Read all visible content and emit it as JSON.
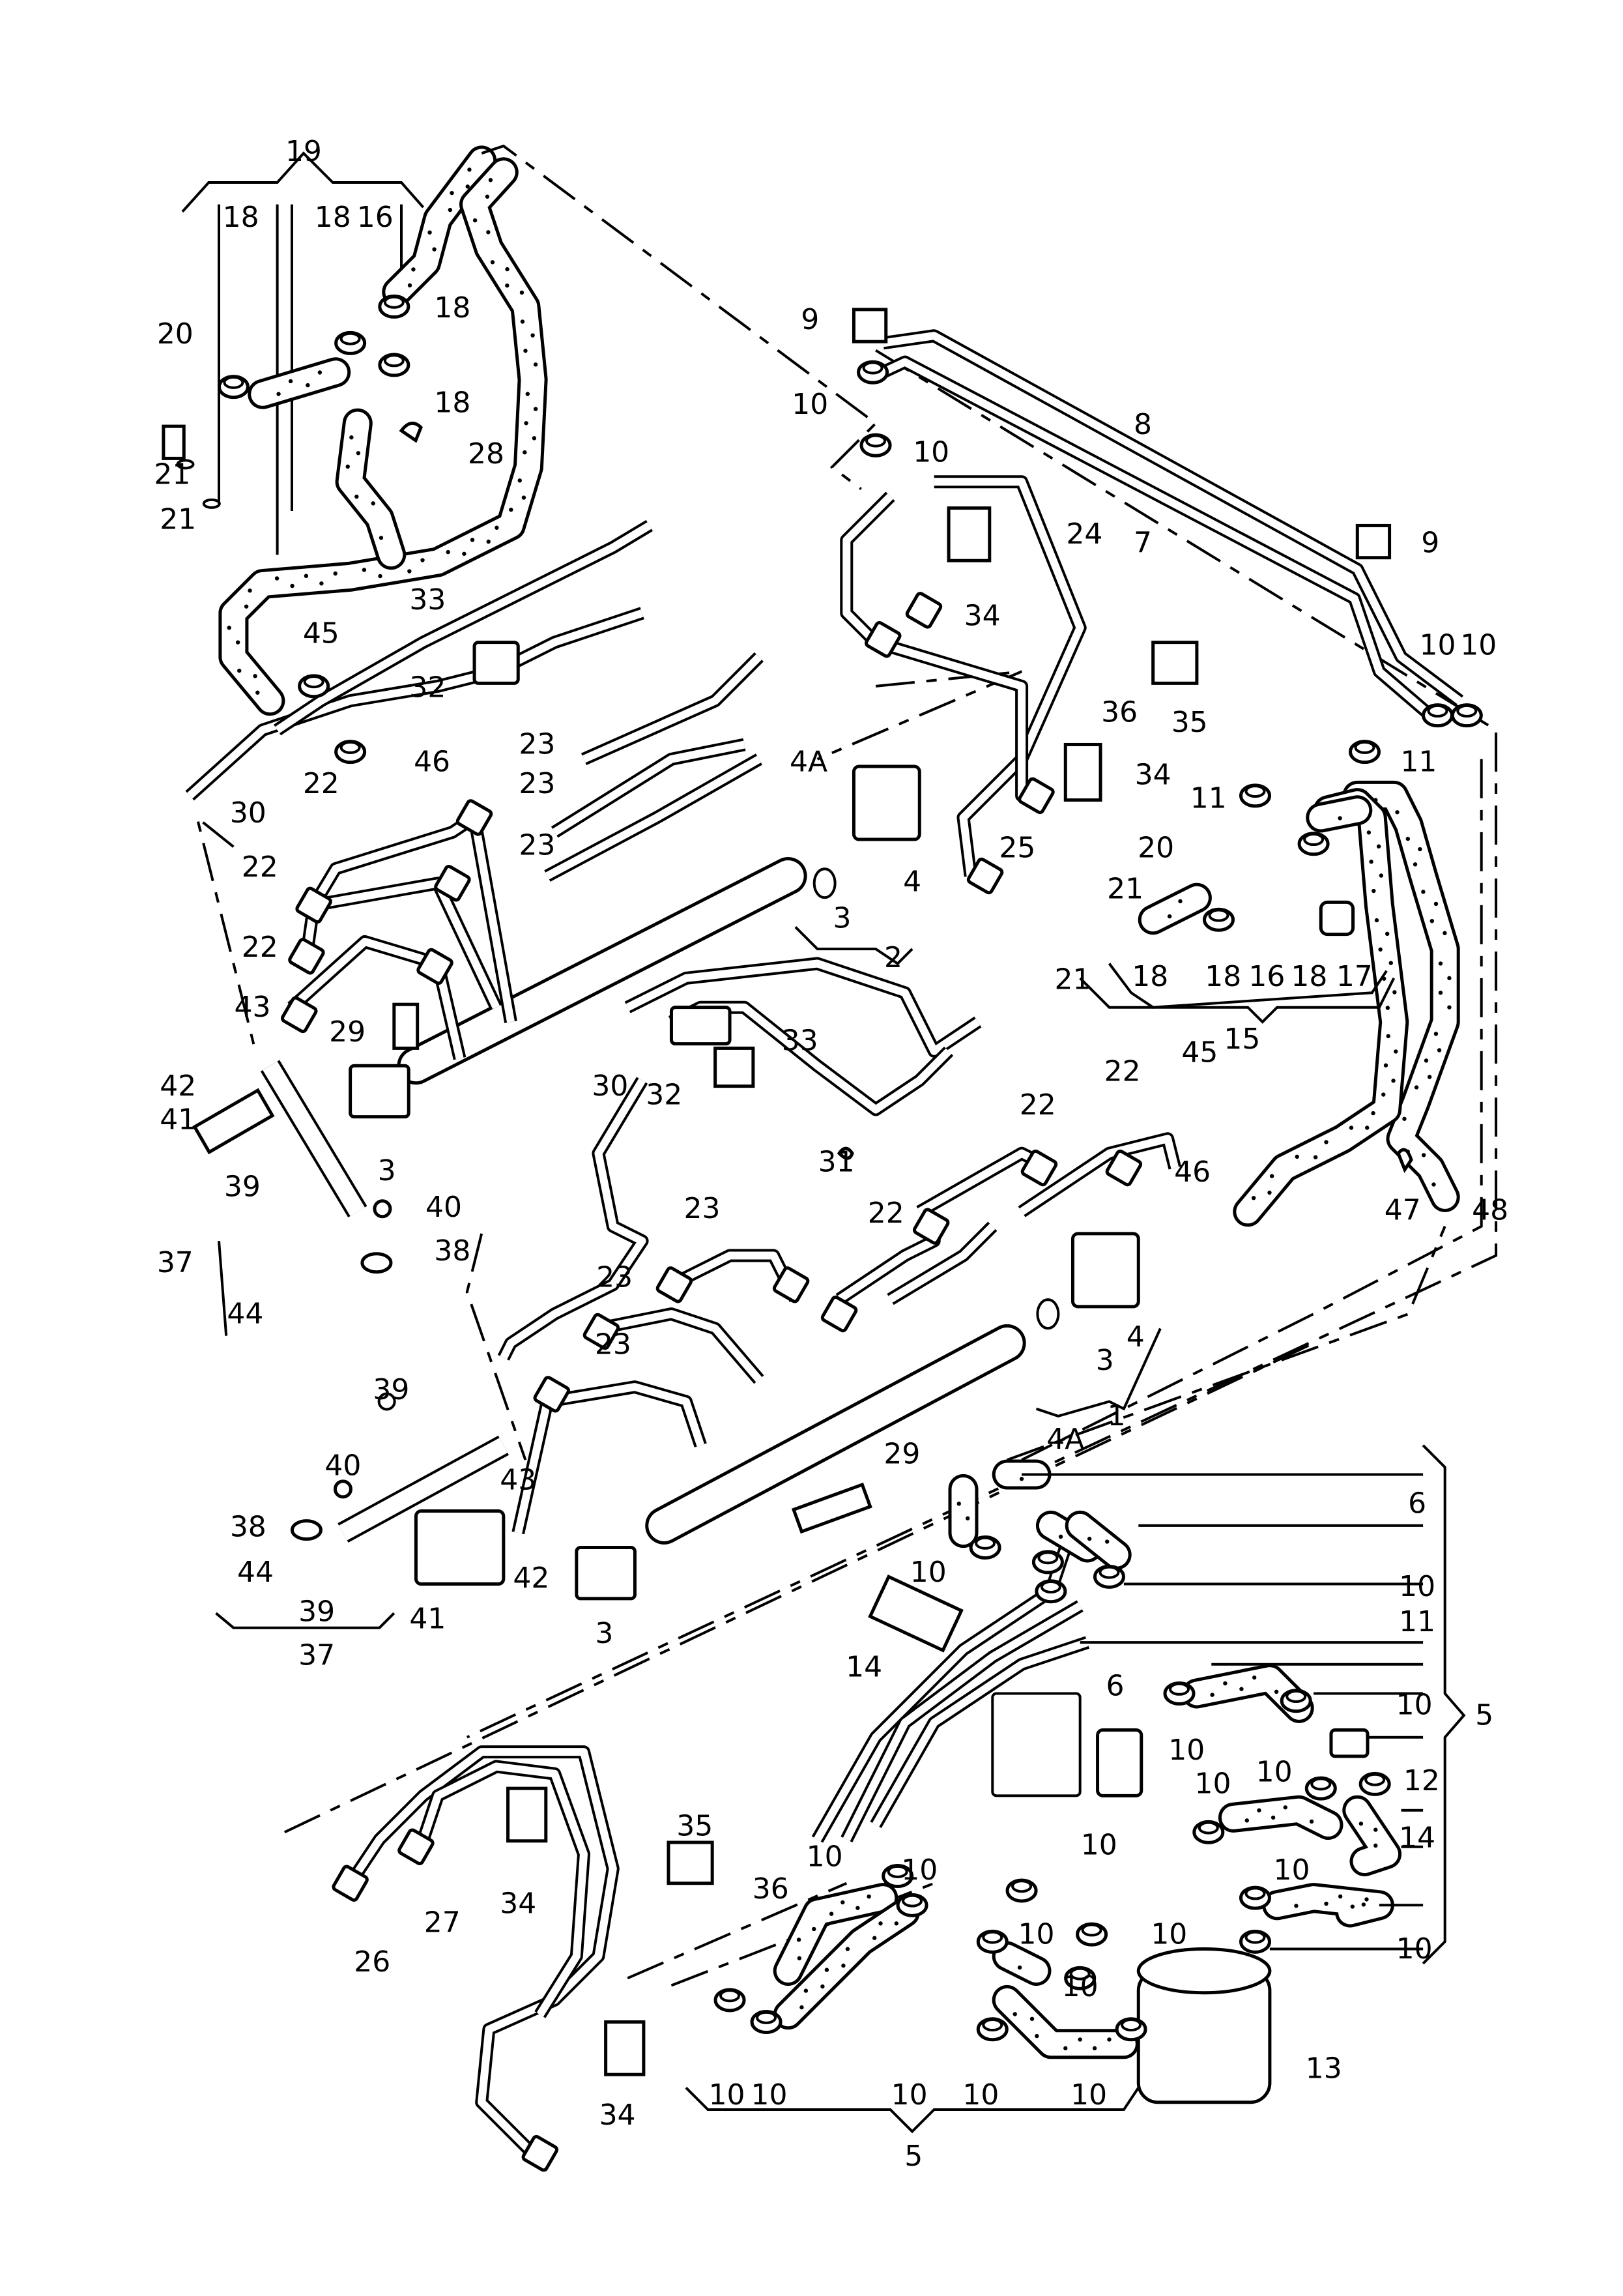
{
  "diagram": {
    "type": "exploded parts diagram",
    "subject": "fuel injection rail, injectors, fuel lines and fuel filter hoses",
    "line_color": "#000000",
    "background": "#ffffff",
    "callouts": [
      "19",
      "18",
      "18",
      "16",
      "18",
      "18",
      "20",
      "21",
      "21",
      "28",
      "9",
      "10",
      "10",
      "8",
      "7",
      "24",
      "9",
      "10",
      "10",
      "34",
      "36",
      "35",
      "33",
      "45",
      "32",
      "46",
      "30",
      "34",
      "11",
      "11",
      "4A",
      "22",
      "23",
      "23",
      "23",
      "25",
      "4",
      "3",
      "2",
      "20",
      "21",
      "22",
      "21",
      "18",
      "18",
      "16",
      "18",
      "17",
      "15",
      "22",
      "43",
      "29",
      "33",
      "30",
      "32",
      "42",
      "41",
      "3",
      "31",
      "22",
      "22",
      "45",
      "39",
      "40",
      "46",
      "47",
      "48",
      "23",
      "22",
      "37",
      "38",
      "44",
      "23",
      "23",
      "4",
      "3",
      "4A",
      "1",
      "39",
      "40",
      "43",
      "29",
      "6",
      "38",
      "10",
      "10",
      "44",
      "39",
      "42",
      "41",
      "3",
      "11",
      "37",
      "14",
      "6",
      "10",
      "5",
      "10",
      "10",
      "12",
      "10",
      "35",
      "10",
      "14",
      "10",
      "26",
      "27",
      "34",
      "36",
      "10",
      "10",
      "10",
      "10",
      "10",
      "10",
      "10",
      "10",
      "10",
      "10",
      "10",
      "13",
      "34",
      "5"
    ],
    "groups": [
      {
        "id": "1",
        "label": "1"
      },
      {
        "id": "2",
        "label": "2"
      },
      {
        "id": "5",
        "label": "5"
      },
      {
        "id": "15",
        "label": "15"
      },
      {
        "id": "19",
        "label": "19"
      },
      {
        "id": "37",
        "label": "37"
      }
    ]
  }
}
